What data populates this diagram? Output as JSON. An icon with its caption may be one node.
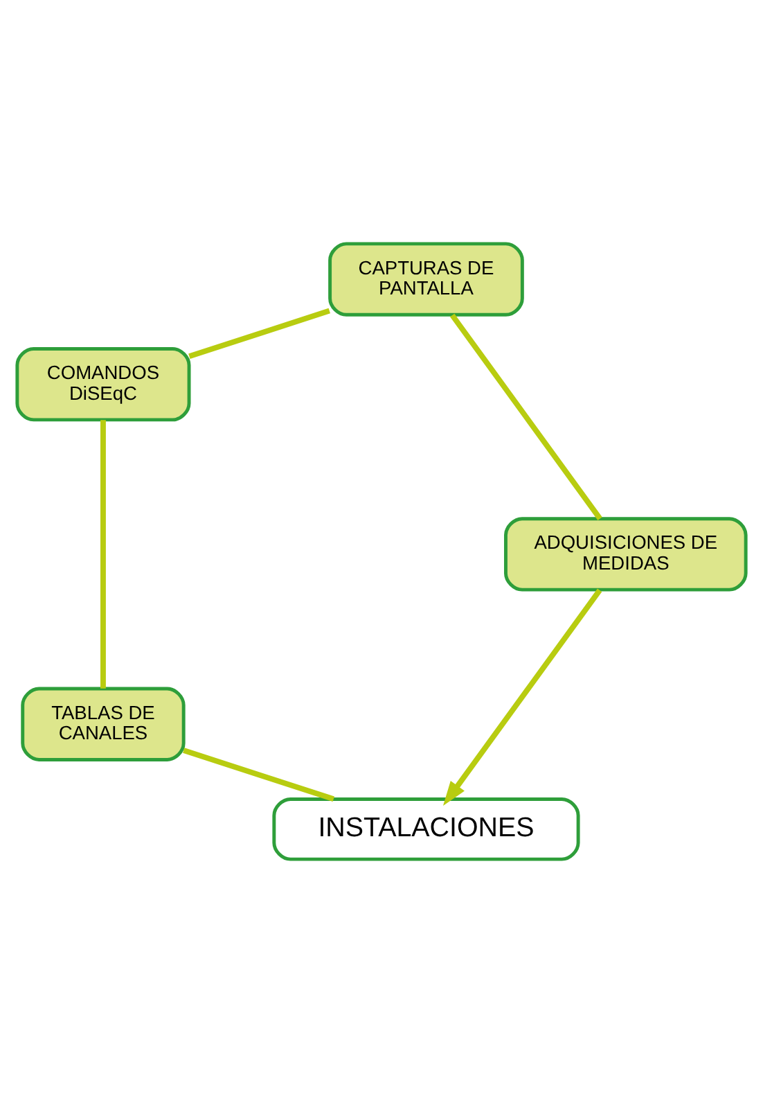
{
  "diagram": {
    "nodes": [
      {
        "text": [
          "INSTALACIONES"
        ]
      },
      {
        "text": [
          "TABLAS DE CANALES"
        ]
      },
      {
        "text": [
          "COMANDOS DiSEqC"
        ]
      },
      {
        "text": [
          "CAPTURAS DE PANTALLA"
        ]
      },
      {
        "text": [
          "ADQUISICIONES DE MEDIDAS"
        ]
      }
    ],
    "edges": [
      {
        "from": 0,
        "to": 1,
        "arrow": "none"
      },
      {
        "from": 1,
        "to": 2,
        "arrow": "none"
      },
      {
        "from": 2,
        "to": 3,
        "arrow": "none"
      },
      {
        "from": 3,
        "to": 4,
        "arrow": "none"
      },
      {
        "from": 4,
        "to": 0,
        "arrow": "to"
      }
    ]
  }
}
